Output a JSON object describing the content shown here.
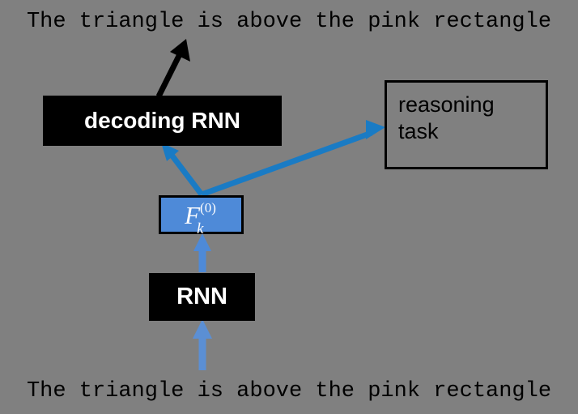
{
  "figure": {
    "background_color": "#808080",
    "input_caption": "The triangle is above the pink rectangle",
    "output_caption": "The triangle is above the pink rectangle"
  },
  "nodes": {
    "encoder": {
      "label": "RNN",
      "fill_color": "#000000",
      "text_color": "#ffffff"
    },
    "decoder": {
      "label": "decoding RNN",
      "fill_color": "#000000",
      "text_color": "#ffffff"
    },
    "representation": {
      "base": "F",
      "superscript": "(0)",
      "subscript": "k",
      "fill_color": "#4e8ad8",
      "border_color": "#000000",
      "text_color": "#ffffff"
    },
    "downstream": {
      "line1": "reasoning",
      "line2": "task",
      "border_color": "#000000",
      "text_color": "#000000"
    }
  },
  "edges": {
    "input_to_encoder": {
      "name": "input-to-rnn-arrow",
      "color": "#5b8fd4"
    },
    "encoder_to_representation": {
      "name": "rnn-to-fk-arrow",
      "color": "#4e8ad8"
    },
    "representation_to_decoder": {
      "name": "fk-to-decoding-rnn-arrow",
      "color": "#1a7bc4"
    },
    "representation_to_downstream": {
      "name": "fk-to-reasoning-task-arrow",
      "color": "#1a7bc4"
    },
    "decoder_to_output": {
      "name": "decoding-rnn-to-output-arrow",
      "color": "#000000"
    }
  }
}
